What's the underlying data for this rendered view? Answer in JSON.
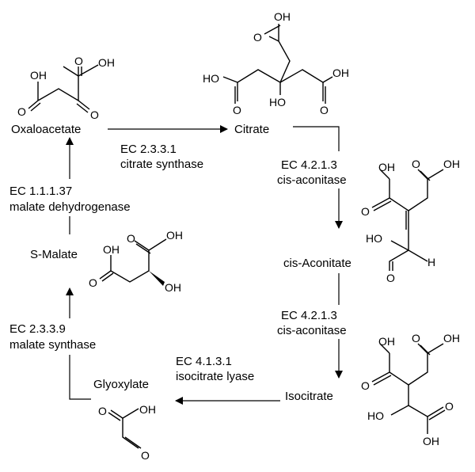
{
  "compounds": {
    "oxaloacetate": "Oxaloacetate",
    "citrate": "Citrate",
    "cis_aconitate": "cis-Aconitate",
    "isocitrate": "Isocitrate",
    "glyoxylate": "Glyoxylate",
    "s_malate": "S-Malate"
  },
  "enzymes": {
    "citrate_synthase": {
      "ec": "EC 2.3.3.1",
      "name": "citrate synthase"
    },
    "aconitase_1": {
      "ec": "EC 4.2.1.3",
      "name": "cis-aconitase"
    },
    "aconitase_2": {
      "ec": "EC 4.2.1.3",
      "name": "cis-aconitase"
    },
    "isocitrate_lyase": {
      "ec": "EC 4.1.3.1",
      "name": "isocitrate lyase"
    },
    "malate_synthase": {
      "ec": "EC 2.3.3.9",
      "name": "malate synthase"
    },
    "malate_dehydrogenase": {
      "ec": "EC 1.1.1.37",
      "name": "malate dehydrogenase"
    }
  },
  "atoms": {
    "OH": "OH",
    "HO": "HO",
    "O": "O",
    "H": "H"
  }
}
